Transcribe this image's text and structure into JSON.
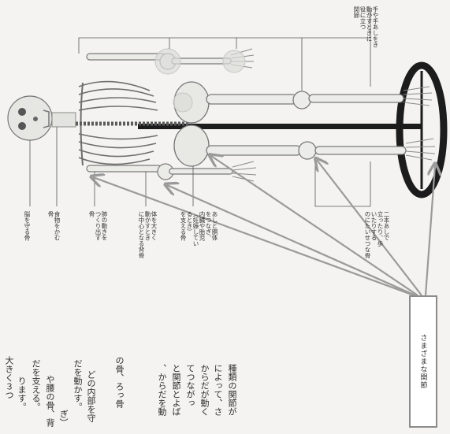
{
  "body_text": [
    "大きく３つ",
    "ります。",
    "だを支える。",
    "や腰の骨、背",
    "ぎ）",
    "だを動かす。",
    "どの内部を守",
    "の骨、ろっ骨",
    "、からだを動",
    "と関節とよば",
    "てつながっ",
    "からだが動く",
    "によって、さ",
    "種類の関節が"
  ],
  "captions": {
    "brain": [
      "脳を守る骨"
    ],
    "chewing": [
      "食物をかむ",
      "骨"
    ],
    "breathing": [
      "肺の動きを",
      "つくり出す",
      "骨"
    ],
    "trunk": [
      "体を大きく",
      "動かすとき",
      "に中心となる背骨"
    ],
    "hip": [
      "あしと胴体",
      "をつなぎ、",
      "内臓や胎児",
      "（妊娠してい",
      "るとき）",
      "を支える骨"
    ],
    "hand": [
      "手や手あしをき",
      "動かすときに",
      "役に立つ",
      "関節"
    ],
    "foot": [
      "二本あしで",
      "立ったり、歩",
      "いたりする",
      "のにたいせつな骨"
    ]
  },
  "callout_label": "さまざまな関節",
  "colors": {
    "background": "#f4f3f1",
    "arrow": "#9a9a9a",
    "callout_border": "#8b8b8b",
    "bone": "#e9e9e7",
    "bone_edge": "#7a7a7a",
    "bar": "#1c1c1c"
  }
}
